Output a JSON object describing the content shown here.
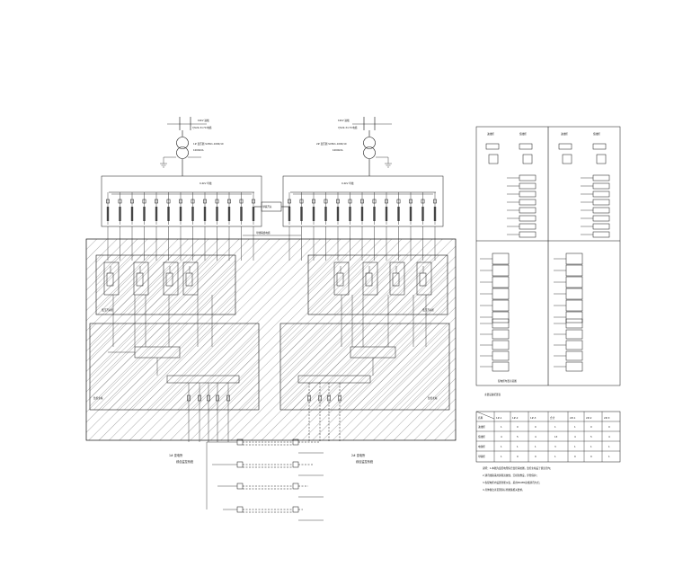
{
  "left_system": {
    "feed_line1": "10kV 进线",
    "feed_line2": "YJV22-3×70 电缆",
    "transformer_label": "1# 变压器 SCB11-1000/10",
    "transformer_rating": "1000kVA",
    "bus_label": "0.4kV 母线",
    "lower_box_label": "监控主站",
    "mid_box_label": "低压开关柜",
    "note1": "1# 变电所",
    "note2": "综合监控系统"
  },
  "right_system": {
    "feed_line1": "10kV 进线",
    "feed_line2": "YJV22-3×70 电缆",
    "transformer_label": "2# 变压器 SCB11-1000/10",
    "transformer_rating": "1000kVA",
    "bus_label": "0.4kV 母线",
    "lower_box_label": "监控主站",
    "mid_box_label": "低压开关柜",
    "note1": "2# 变电所",
    "note2": "综合监控系统"
  },
  "bus_tie_label": "母联开关",
  "bus_tie_cable": "母线联络电缆",
  "panel_left_headings": [
    "进线柜",
    "馈线柜"
  ],
  "panel_right_headings": [
    "进线柜",
    "馈线柜"
  ],
  "panel_caption": "配电柜布置示意图",
  "table_title": "主要设备配置表",
  "table": {
    "headers": [
      "名称",
      "1#-1",
      "1#-2",
      "1#-3",
      "合计",
      "2#-1",
      "2#-2",
      "2#-3"
    ],
    "rows": [
      [
        "进线柜",
        "1",
        "0",
        "0",
        "1",
        "1",
        "0",
        "0"
      ],
      [
        "馈线柜",
        "4",
        "5",
        "4",
        "13",
        "4",
        "5",
        "4"
      ],
      [
        "电容柜",
        "1",
        "1",
        "1",
        "3",
        "1",
        "1",
        "1"
      ],
      [
        "母联柜",
        "1",
        "0",
        "0",
        "1",
        "0",
        "0",
        "1"
      ]
    ]
  },
  "notes": [
    "说明：1.本图为变配电所综合监控系统图，监控主站设于值班室内；",
    "2.通讯线路采用屏蔽双绞线，沿桥架敷设，穿管保护；",
    "3.各配电柜内设置智能仪表，采用RS485总线通讯方式；",
    "4.具体做法详见国家标准图集相关要求。"
  ]
}
